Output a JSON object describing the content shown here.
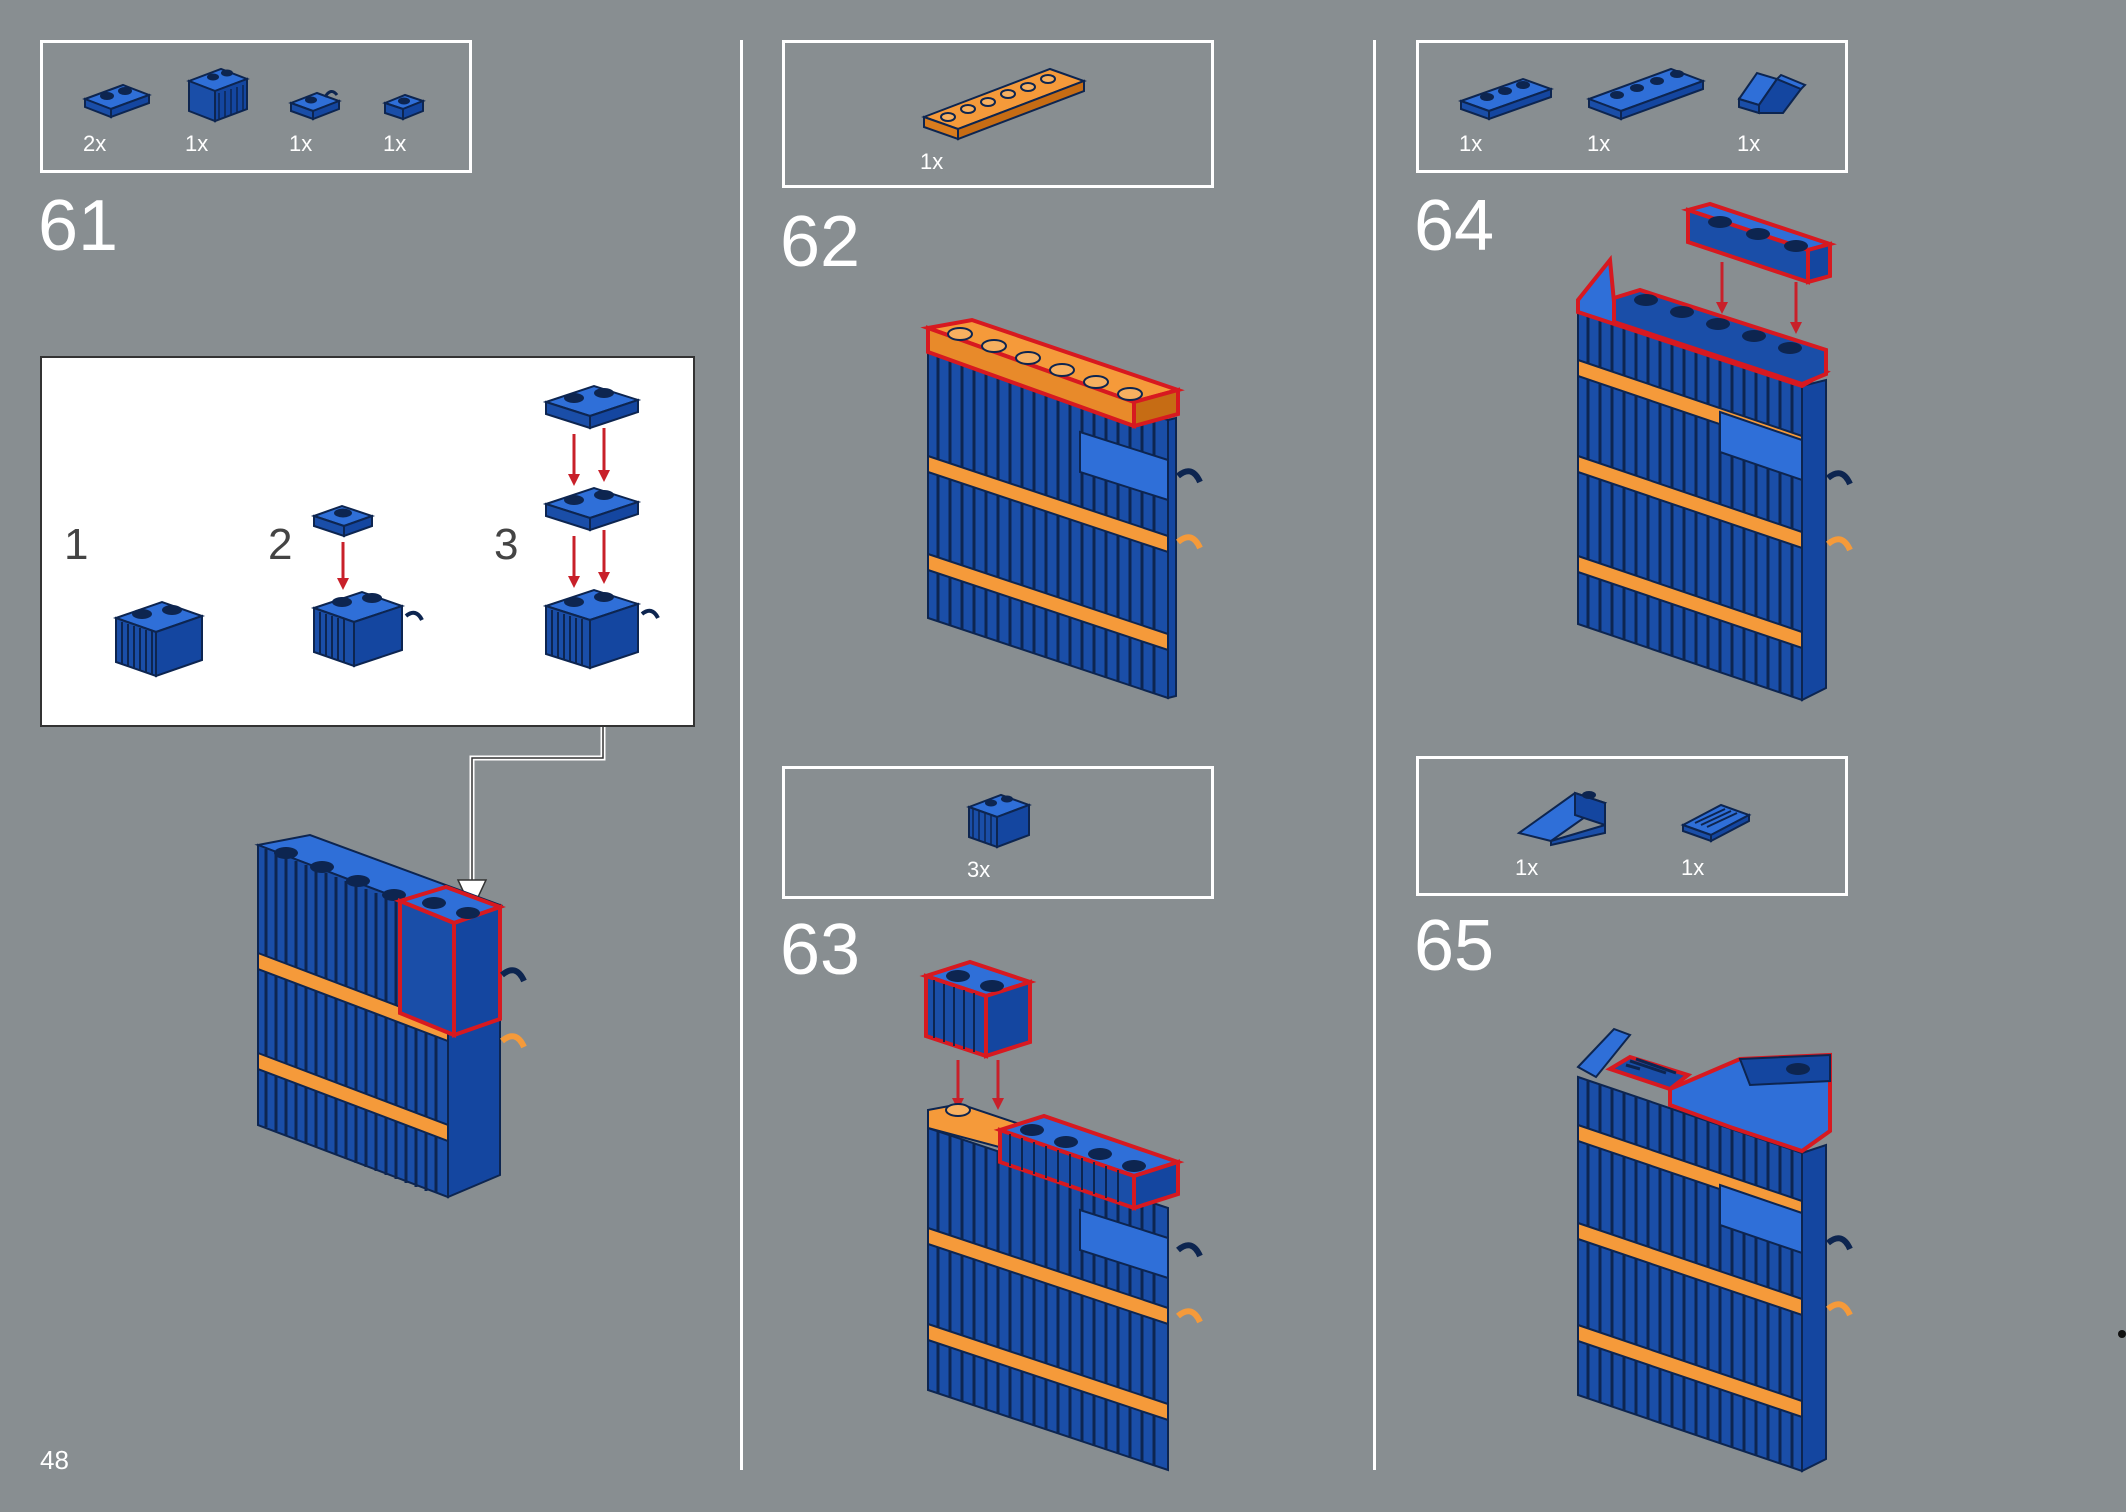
{
  "page_number": "48",
  "colors": {
    "background": "#888e91",
    "brick_blue": "#1e5fc8",
    "brick_dark": "#0d2550",
    "plate_orange": "#f59a3a",
    "highlight_red": "#d71920",
    "arrow_red": "#c8202a"
  },
  "steps": [
    {
      "number": "61",
      "parts": [
        {
          "qty": "2x",
          "icon": "plate-1x2-blue"
        },
        {
          "qty": "1x",
          "icon": "brick-2x2-grille-blue"
        },
        {
          "qty": "1x",
          "icon": "plate-clip-blue"
        },
        {
          "qty": "1x",
          "icon": "plate-1x1-blue"
        }
      ],
      "callout": {
        "substeps": [
          "1",
          "2",
          "3"
        ]
      }
    },
    {
      "number": "62",
      "parts": [
        {
          "qty": "1x",
          "icon": "plate-1x6-orange"
        }
      ]
    },
    {
      "number": "63",
      "parts": [
        {
          "qty": "3x",
          "icon": "brick-1x2-grille-blue"
        }
      ]
    },
    {
      "number": "64",
      "parts": [
        {
          "qty": "1x",
          "icon": "plate-1x3-blue"
        },
        {
          "qty": "1x",
          "icon": "plate-1x4-blue"
        },
        {
          "qty": "1x",
          "icon": "bracket-blue"
        }
      ]
    },
    {
      "number": "65",
      "parts": [
        {
          "qty": "1x",
          "icon": "slope-brick-blue"
        },
        {
          "qty": "1x",
          "icon": "grille-tile-blue"
        }
      ]
    }
  ]
}
